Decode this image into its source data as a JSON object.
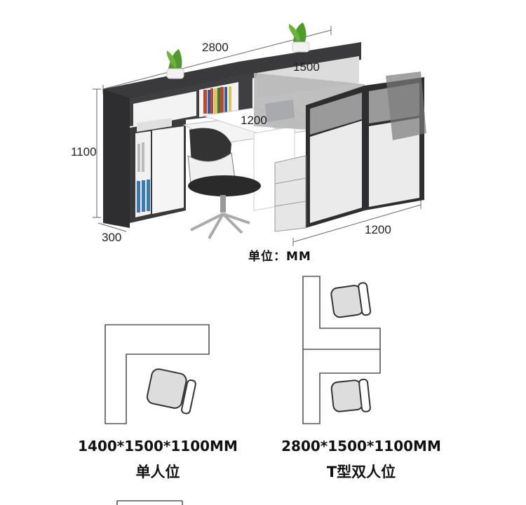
{
  "product_dimensions": {
    "length": "2800",
    "depth_right": "1500",
    "desk_width": "1200",
    "height": "1100",
    "cabinet_depth": "300",
    "bottom_width": "1200"
  },
  "unit_label": "单位：MM",
  "layouts": [
    {
      "size": "1400*1500*1100MM",
      "name": "单人位"
    },
    {
      "size": "2800*1500*1100MM",
      "name": "T型双人位"
    }
  ],
  "colors": {
    "cabinet": "#3a3a3c",
    "panel": "#e8e8e8",
    "desk_top": "#f4f4f4",
    "plant": "#4f9a2a",
    "line": "#555555"
  }
}
